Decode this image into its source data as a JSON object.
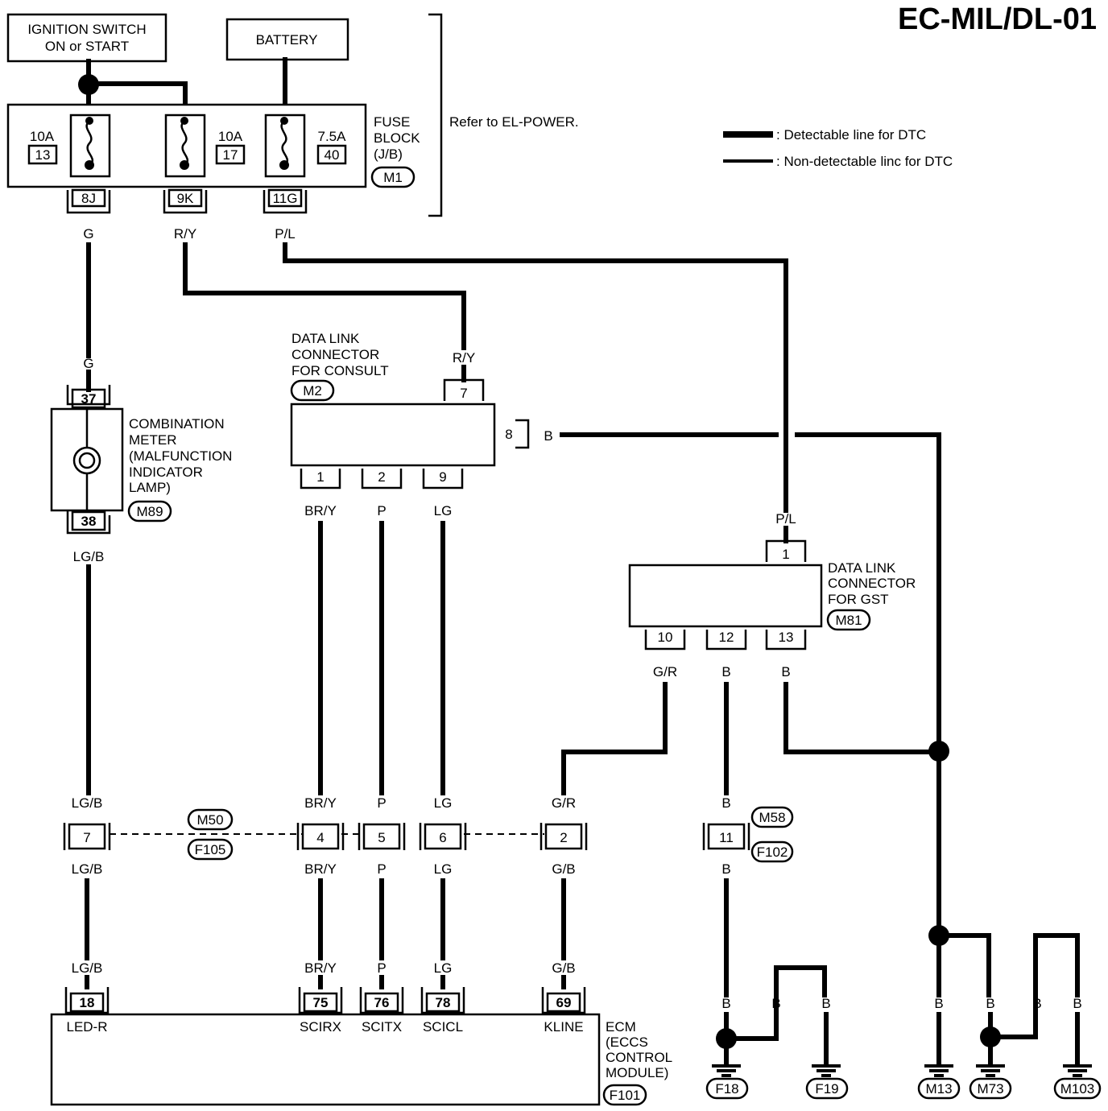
{
  "title": "EC-MIL/DL-01",
  "ignition": {
    "line1": "IGNITION SWITCH",
    "line2": "ON or START"
  },
  "battery": "BATTERY",
  "fuse_block": {
    "label_lines": [
      "FUSE",
      "BLOCK",
      "(J/B)"
    ],
    "connector": "M1",
    "refer": "Refer to EL-POWER.",
    "fuses": [
      {
        "amp": "10A",
        "num": "13",
        "terminal": "8J"
      },
      {
        "amp": "10A",
        "num": "17",
        "terminal": "9K"
      },
      {
        "amp": "7.5A",
        "num": "40",
        "terminal": "11G"
      }
    ]
  },
  "legend": {
    "detectable": ": Detectable line for DTC",
    "non_detectable": ": Non-detectable linc for DTC"
  },
  "wire_colors": {
    "g": "G",
    "ry": "R/Y",
    "pl": "P/L",
    "lgb": "LG/B",
    "bry": "BR/Y",
    "p": "P",
    "lg": "LG",
    "gr": "G/R",
    "gb": "G/B",
    "b": "B"
  },
  "combination_meter": {
    "lines": [
      "COMBINATION",
      "METER",
      "(MALFUNCTION",
      "INDICATOR",
      "LAMP)"
    ],
    "connector": "M89",
    "pin_top": "37",
    "pin_bottom": "38"
  },
  "dlc_consult": {
    "lines": [
      "DATA LINK",
      "CONNECTOR",
      "FOR CONSULT"
    ],
    "connector": "M2",
    "pins": [
      "7",
      "8",
      "1",
      "2",
      "9"
    ]
  },
  "dlc_gst": {
    "lines": [
      "DATA LINK",
      "CONNECTOR",
      "FOR GST"
    ],
    "connector": "M81",
    "pins": [
      "1",
      "10",
      "12",
      "13"
    ]
  },
  "joint_connectors": {
    "m50": "M50",
    "f105": "F105",
    "m58": "M58",
    "f102": "F102",
    "pins": [
      "7",
      "4",
      "5",
      "6",
      "2",
      "11"
    ]
  },
  "ecm": {
    "lines": [
      "ECM",
      "(ECCS",
      "CONTROL",
      "MODULE)"
    ],
    "connector": "F101",
    "pins": [
      "18",
      "75",
      "76",
      "78",
      "69"
    ],
    "signals": [
      "LED-R",
      "SCIRX",
      "SCITX",
      "SCICL",
      "KLINE"
    ]
  },
  "grounds": [
    "F18",
    "F19",
    "M13",
    "M73",
    "M103"
  ]
}
